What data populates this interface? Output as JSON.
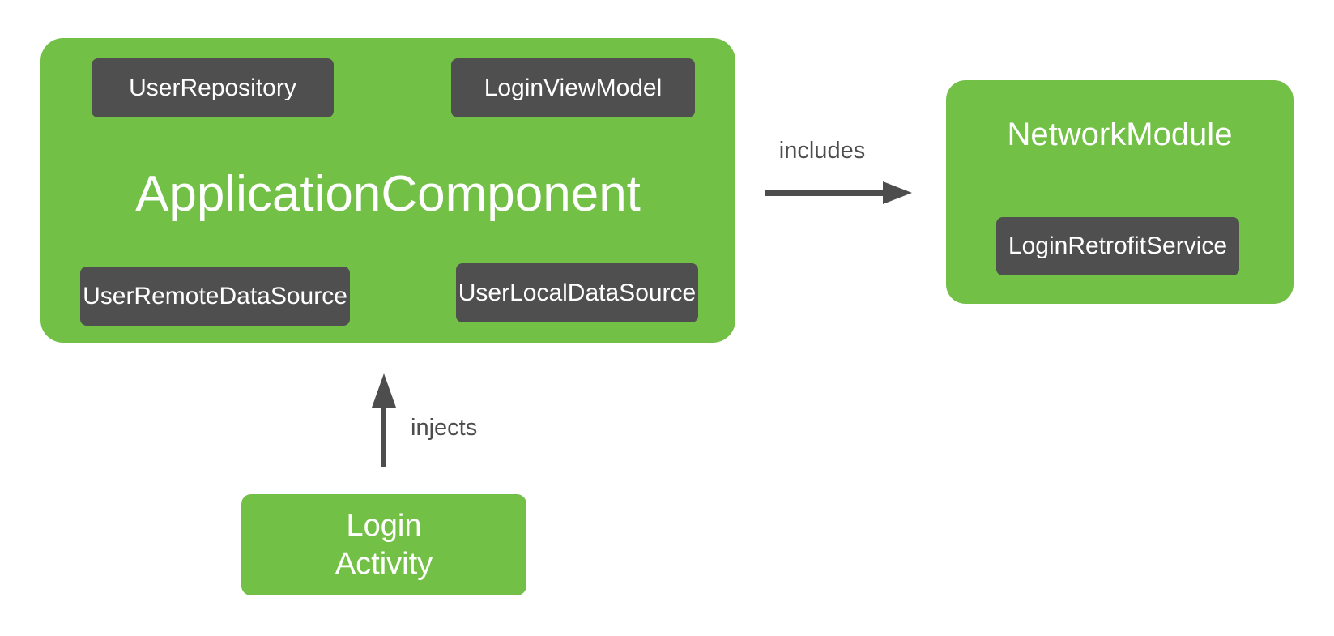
{
  "colors": {
    "green": "#73C047",
    "chip": "#4F4F4F",
    "arrow": "#4D4D4D",
    "label": "#4D4D4D",
    "text": "#FFFFFF"
  },
  "application_component": {
    "title": "ApplicationComponent",
    "chips": {
      "user_repository": "UserRepository",
      "login_view_model": "LoginViewModel",
      "user_remote_data_source": "UserRemoteDataSource",
      "user_local_data_source": "UserLocalDataSource"
    }
  },
  "network_module": {
    "title": "NetworkModule",
    "chips": {
      "login_retrofit_service": "LoginRetrofitService"
    }
  },
  "login_activity": {
    "lines": [
      "Login",
      "Activity"
    ]
  },
  "edges": {
    "includes": {
      "label": "includes"
    },
    "injects": {
      "label": "injects"
    }
  }
}
